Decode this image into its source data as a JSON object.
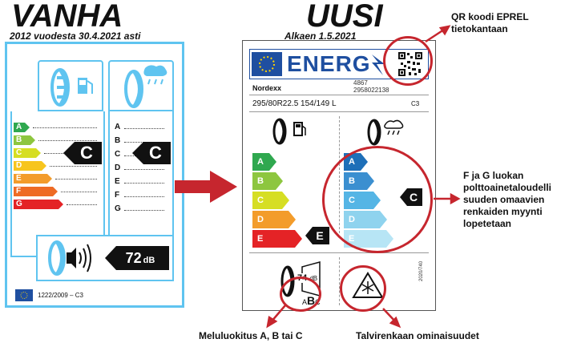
{
  "headings": {
    "old_title": "VANHA",
    "old_subtitle": "2012 vuodesta 30.4.2021 asti",
    "new_title": "UUSI",
    "new_subtitle": "Alkaen 1.5.2021"
  },
  "old_label": {
    "fuel_classes": [
      "A",
      "B",
      "C",
      "D",
      "E",
      "F",
      "G"
    ],
    "wet_classes": [
      "A",
      "B",
      "C",
      "D",
      "E",
      "F",
      "G"
    ],
    "fuel_rating": "C",
    "wet_rating": "C",
    "noise_value": "72",
    "noise_unit": "dB",
    "regulation": "1222/2009 – C3",
    "class_colors": [
      "#2fa84f",
      "#8dc63f",
      "#d6de23",
      "#f7c51e",
      "#f39c2b",
      "#ee6b24",
      "#e42326"
    ]
  },
  "new_label": {
    "logo_text": "ENERG",
    "brand": "Nordexx",
    "code_top": "4867",
    "code_bottom": "2958022138",
    "tyre_size": "295/80R22.5 154/149 L",
    "tyre_class": "C3",
    "fuel_classes": [
      "A",
      "B",
      "C",
      "D",
      "E"
    ],
    "wet_classes": [
      "A",
      "B",
      "C",
      "D",
      "E"
    ],
    "fuel_rating": "E",
    "wet_rating": "C",
    "noise_value": "74",
    "noise_unit": "dB",
    "noise_classes": [
      "A",
      "B",
      "C"
    ],
    "noise_selected": "B",
    "side_code": "2020/740",
    "fuel_colors": [
      "#2fa84f",
      "#8dc63f",
      "#d6de23",
      "#f39c2b",
      "#e42326"
    ],
    "wet_colors": [
      "#1e6fb8",
      "#3b8fd0",
      "#55b5e5",
      "#8fd3ee",
      "#b7e5f5"
    ]
  },
  "annotations": {
    "qr": [
      "QR koodi EPREL",
      "tietokantaan"
    ],
    "fg": [
      "F ja G luokan",
      "polttoainetaloudelli",
      "suuden omaavien",
      "renkaiden myynti",
      "lopetetaan"
    ],
    "noise": "Meluluokitus A, B tai C",
    "winter": "Talvirenkaan ominaisuudet"
  },
  "colors": {
    "accent_red": "#c6262e",
    "old_frame": "#5fc4f0",
    "eu_blue": "#1f4fa0"
  }
}
